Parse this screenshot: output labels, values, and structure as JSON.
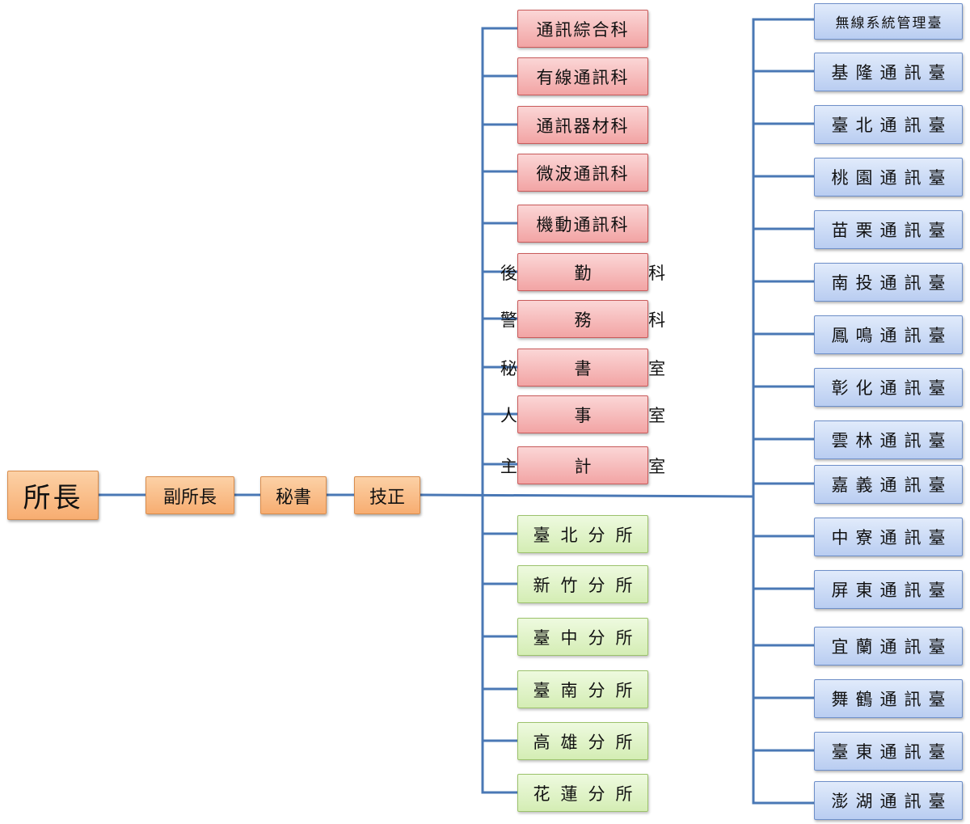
{
  "director": "所長",
  "chain": [
    "副所長",
    "秘書",
    "技正"
  ],
  "departments": [
    "通訊綜合科",
    "有線通訊科",
    "通訊器材科",
    "微波通訊科",
    "機動通訊科",
    "後 勤 科",
    "警 務 科",
    "秘 書 室",
    "人 事 室",
    "主 計 室"
  ],
  "branches": [
    "臺北分所",
    "新竹分所",
    "臺中分所",
    "臺南分所",
    "高雄分所",
    "花蓮分所"
  ],
  "stations": [
    "無線系統管理臺",
    "基隆通訊臺",
    "臺北通訊臺",
    "桃園通訊臺",
    "苗栗通訊臺",
    "南投通訊臺",
    "鳳鳴通訊臺",
    "彰化通訊臺",
    "雲林通訊臺",
    "嘉義通訊臺",
    "中寮通訊臺",
    "屏東通訊臺",
    "宜蘭通訊臺",
    "舞鶴通訊臺",
    "臺東通訊臺",
    "澎湖通訊臺"
  ],
  "colors": {
    "connector": "#4a78b5",
    "chain_fill": "#f7ad71",
    "department_fill": "#f2a4a4",
    "branch_fill": "#d4edb4",
    "station_fill": "#b9cdf1"
  }
}
